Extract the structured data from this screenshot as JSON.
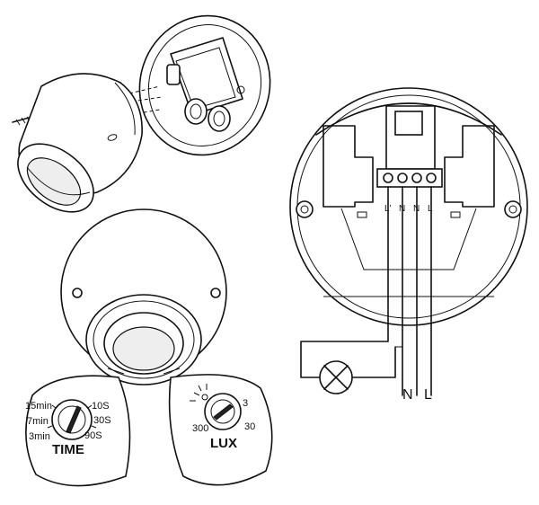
{
  "time_dial": {
    "label": "TIME",
    "marks": [
      "15min",
      "7min",
      "3min",
      "10S",
      "30S",
      "90S"
    ]
  },
  "lux_dial": {
    "label": "LUX",
    "marks": [
      "3",
      "30",
      "300"
    ]
  },
  "terminal_block": {
    "labels": [
      "L'",
      "N",
      "N",
      "L"
    ]
  },
  "supply": {
    "neutral_label": "N",
    "live_label": "L"
  }
}
